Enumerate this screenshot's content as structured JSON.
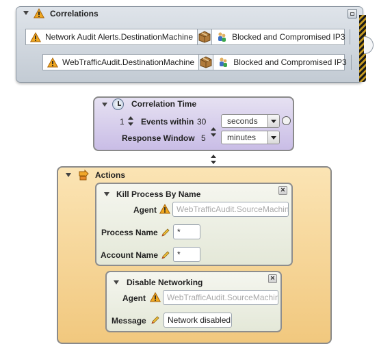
{
  "correlations": {
    "title": "Correlations",
    "rows": [
      {
        "source": "Network Audit Alerts.DestinationMachine",
        "target": "Blocked and Compromised IP3"
      },
      {
        "source": "WebTrafficAudit.DestinationMachine",
        "target": "Blocked and Compromised IP3"
      }
    ]
  },
  "correlation_time": {
    "title": "Correlation Time",
    "events_count": "1",
    "events_label": "Events within",
    "within_value": "30",
    "within_unit": "seconds",
    "response_label": "Response Window",
    "response_value": "5",
    "response_unit": "minutes"
  },
  "actions": {
    "title": "Actions",
    "kill_process": {
      "title": "Kill Process By Name",
      "close_label": "×",
      "agent_label": "Agent",
      "agent_value": "WebTrafficAudit.SourceMachine",
      "process_label": "Process Name",
      "process_value": "*",
      "account_label": "Account Name",
      "account_value": "*"
    },
    "disable_networking": {
      "title": "Disable Networking",
      "close_label": "×",
      "agent_label": "Agent",
      "agent_value": "WebTrafficAudit.SourceMachine",
      "message_label": "Message",
      "message_value": "Network disabled !"
    }
  },
  "colors": {
    "correlations_bg": "#d4dae1",
    "time_bg": "#d6cdec",
    "actions_bg": "#f6d69b",
    "warning": "#e8a21a"
  }
}
